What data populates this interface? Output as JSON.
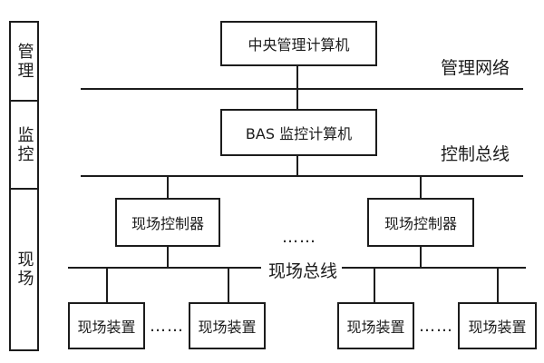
{
  "sidebar": {
    "levels": [
      {
        "label": "管理"
      },
      {
        "label": "监控"
      },
      {
        "label": "现场"
      }
    ]
  },
  "nodes": {
    "central_computer": "中央管理计算机",
    "bas_computer": "BAS 监控计算机",
    "controllers": [
      "现场控制器",
      "现场控制器"
    ],
    "devices": [
      "现场装置",
      "现场装置",
      "现场装置",
      "现场装置"
    ]
  },
  "buses": {
    "management_network": "管理网络",
    "control_bus": "控制总线",
    "field_bus": "现场总线"
  },
  "ellipsis": "……",
  "colors": {
    "line": "#1c1c1c",
    "background": "#ffffff"
  }
}
